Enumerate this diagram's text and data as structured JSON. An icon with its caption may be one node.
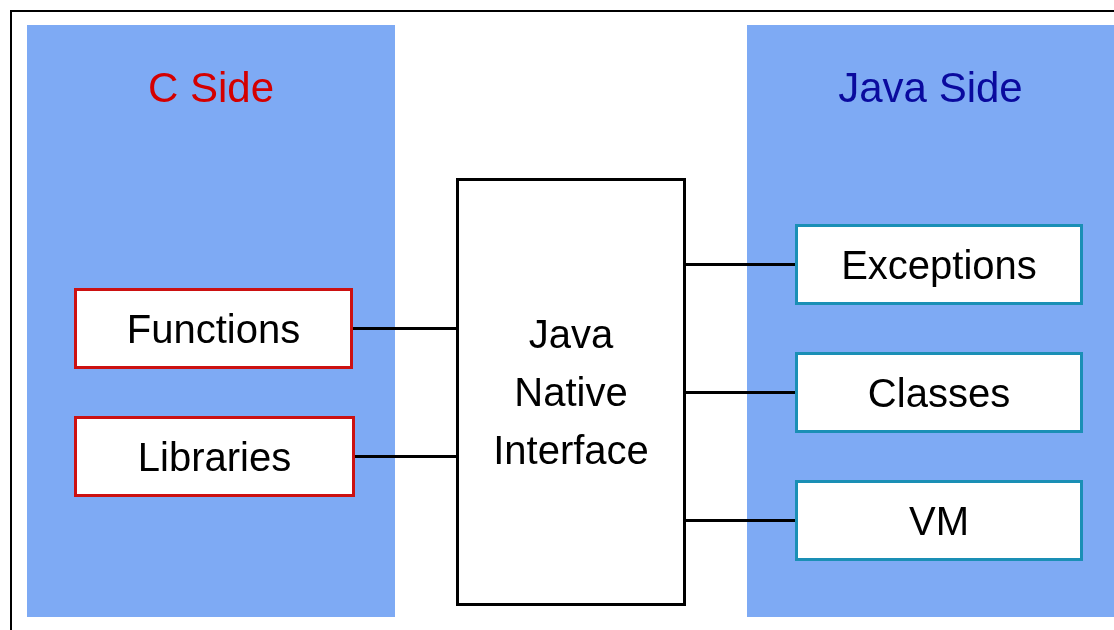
{
  "diagram": {
    "nodes": [
      {
        "text": [
          "C Side"
        ]
      },
      {
        "text": [
          "Functions"
        ],
        "in": 0
      },
      {
        "text": [
          "Libraries"
        ],
        "in": 0
      },
      {
        "text": [
          "Java Native Interface"
        ]
      },
      {
        "text": [
          "Java Side"
        ]
      },
      {
        "text": [
          "Exceptions"
        ],
        "in": 4
      },
      {
        "text": [
          "Classes"
        ],
        "in": 4
      },
      {
        "text": [
          "VM"
        ],
        "in": 4
      }
    ],
    "edges": [
      {
        "from": 1,
        "to": 3,
        "arrow": "none"
      },
      {
        "from": 2,
        "to": 3,
        "arrow": "none"
      },
      {
        "from": 3,
        "to": 5,
        "arrow": "none"
      },
      {
        "from": 3,
        "to": 6,
        "arrow": "none"
      },
      {
        "from": 3,
        "to": 7,
        "arrow": "none"
      }
    ]
  }
}
